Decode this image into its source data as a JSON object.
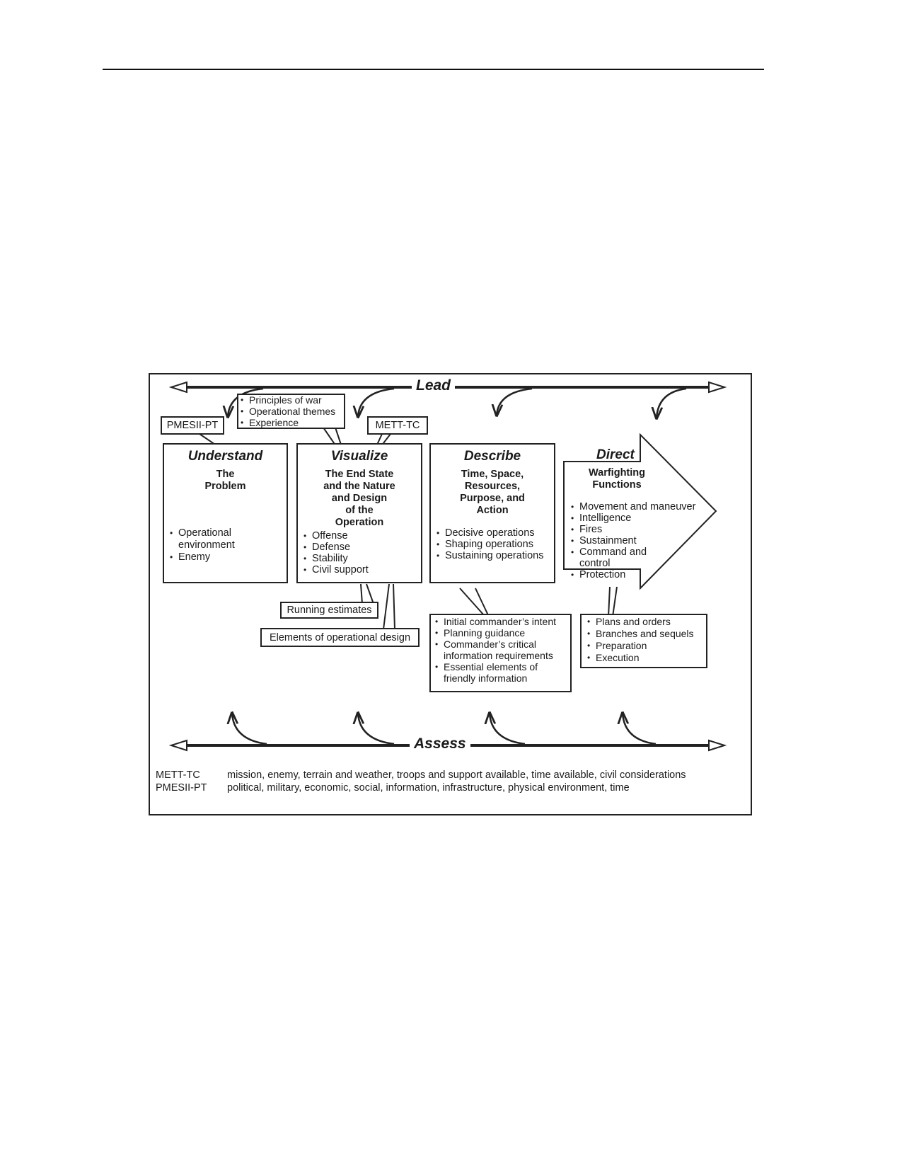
{
  "lead_label": "Lead",
  "assess_label": "Assess",
  "understand": {
    "heading": "Understand",
    "subtitle": "The\nProblem",
    "items": [
      "Operational environment",
      "Enemy"
    ]
  },
  "visualize": {
    "heading": "Visualize",
    "subtitle": "The End State\nand the Nature\nand Design\nof the\nOperation",
    "items": [
      "Offense",
      "Defense",
      "Stability",
      "Civil support"
    ]
  },
  "describe": {
    "heading": "Describe",
    "subtitle": "Time, Space,\nResources,\nPurpose, and\nAction",
    "items": [
      "Decisive operations",
      "Shaping operations",
      "Sustaining operations"
    ]
  },
  "direct": {
    "heading": "Direct",
    "subtitle": "Warfighting\nFunctions",
    "items": [
      "Movement and maneuver",
      "Intelligence",
      "Fires",
      "Sustainment",
      "Command and control",
      "Protection"
    ]
  },
  "callouts": {
    "pmesii": "PMESII-PT",
    "mett": "METT-TC",
    "principles": [
      "Principles of war",
      "Operational themes",
      "Experience"
    ],
    "running_estimates": "Running estimates",
    "elements_design": "Elements of operational design",
    "describe_outputs": [
      "Initial commander’s intent",
      "Planning guidance",
      "Commander’s critical information requirements",
      "Essential elements of friendly information"
    ],
    "direct_outputs": [
      "Plans and orders",
      "Branches and sequels",
      "Preparation",
      "Execution"
    ]
  },
  "legend": [
    {
      "term": "METT-TC",
      "definition": "mission, enemy, terrain and weather, troops and support available, time available, civil considerations"
    },
    {
      "term": "PMESII-PT",
      "definition": "political, military, economic, social, information, infrastructure, physical environment, time"
    }
  ]
}
